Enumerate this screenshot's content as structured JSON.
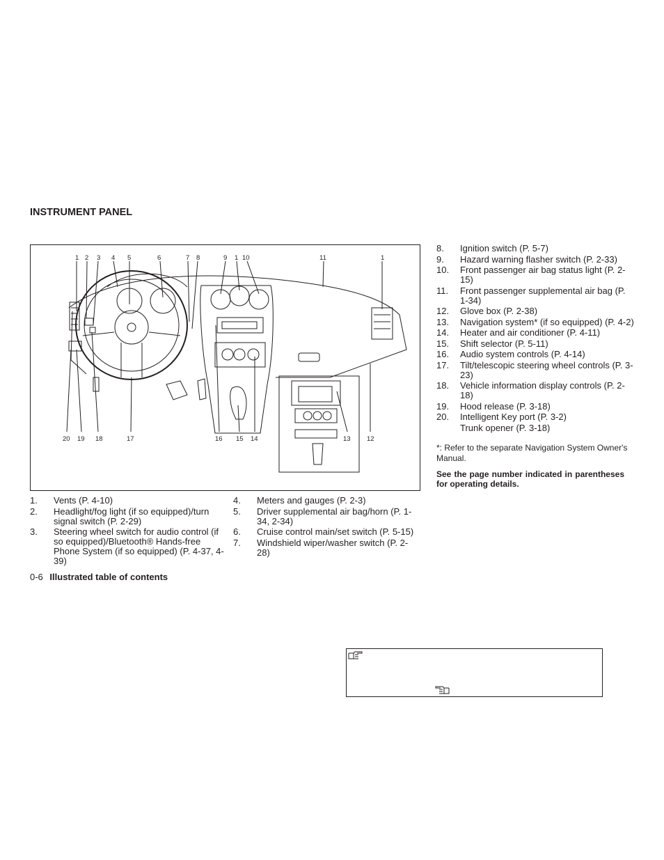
{
  "section_title": "INSTRUMENT PANEL",
  "figure": {
    "callouts_top": [
      "1",
      "2",
      "3",
      "4",
      "5",
      "6",
      "7",
      "8",
      "9",
      "1",
      "10",
      "11",
      "1"
    ],
    "callouts_bottom": [
      "20",
      "19",
      "18",
      "17",
      "16",
      "15",
      "14",
      "13",
      "12"
    ]
  },
  "list_left": [
    {
      "num": "1.",
      "text": "Vents (P. 4-10)"
    },
    {
      "num": "2.",
      "text": "Headlight/fog light (if so equipped)/turn signal switch (P. 2-29)"
    },
    {
      "num": "3.",
      "text": "Steering wheel switch for audio control (if so equipped)/Bluetooth® Hands-free Phone System (if so equipped) (P. 4-37, 4-39)"
    }
  ],
  "list_middle": [
    {
      "num": "4.",
      "text": "Meters and gauges (P. 2-3)"
    },
    {
      "num": "5.",
      "text": "Driver supplemental air bag/horn (P. 1-34, 2-34)"
    },
    {
      "num": "6.",
      "text": "Cruise control main/set switch (P. 5-15)"
    },
    {
      "num": "7.",
      "text": "Windshield wiper/washer switch (P. 2-28)"
    }
  ],
  "list_right": [
    {
      "num": "8.",
      "text": "Ignition switch (P. 5-7)"
    },
    {
      "num": "9.",
      "text": "Hazard warning flasher switch (P. 2-33)"
    },
    {
      "num": "10.",
      "text": "Front passenger air bag status light (P. 2-15)"
    },
    {
      "num": "11.",
      "text": "Front passenger supplemental air bag (P. 1-34)"
    },
    {
      "num": "12.",
      "text": "Glove box (P. 2-38)"
    },
    {
      "num": "13.",
      "text": "Navigation system* (if so equipped) (P. 4-2)"
    },
    {
      "num": "14.",
      "text": "Heater and air conditioner (P. 4-11)"
    },
    {
      "num": "15.",
      "text": "Shift selector (P. 5-11)"
    },
    {
      "num": "16.",
      "text": "Audio system controls (P. 4-14)"
    },
    {
      "num": "17.",
      "text": "Tilt/telescopic steering wheel controls (P. 3-23)"
    },
    {
      "num": "18.",
      "text": "Vehicle information display controls (P. 2-18)"
    },
    {
      "num": "19.",
      "text": "Hood release (P. 3-18)"
    },
    {
      "num": "20.",
      "text": "Intelligent Key port (P. 3-2)"
    }
  ],
  "list_right_extra": "Trunk opener (P. 3-18)",
  "footnote": "*: Refer to the separate Navigation System Owner's Manual.",
  "see_note": "See the page number indicated in parentheses for operating details.",
  "footer": {
    "page": "0-6",
    "title": "Illustrated table of contents"
  },
  "icons": [
    "pointing-hand-right-icon",
    "pointing-hand-left-icon"
  ]
}
